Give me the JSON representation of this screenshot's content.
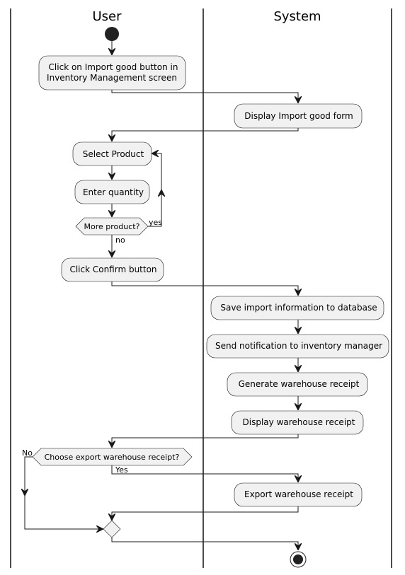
{
  "lanes": {
    "user": "User",
    "system": "System"
  },
  "activities": {
    "click_import": [
      "Click on Import good button in",
      "Inventory Management screen"
    ],
    "display_form": "Display Import good form",
    "select_product": "Select Product",
    "enter_quantity": "Enter quantity",
    "click_confirm": "Click Confirm button",
    "save_import": "Save import information to database",
    "send_notification": "Send notification to inventory manager",
    "generate_receipt": "Generate warehouse receipt",
    "display_receipt": "Display warehouse receipt",
    "export_receipt": "Export warehouse receipt"
  },
  "decisions": {
    "more_product": "More product?",
    "choose_export": "Choose export warehouse receipt?"
  },
  "guards": {
    "yes_loop": "yes",
    "no_loop": "no",
    "no_export": "No",
    "yes_export": "Yes"
  }
}
